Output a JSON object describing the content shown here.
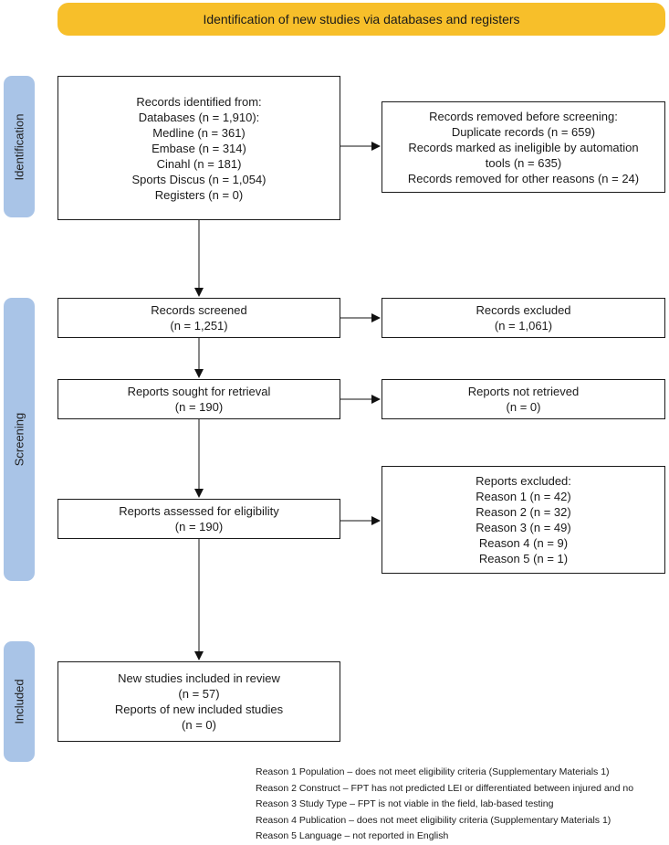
{
  "header": "Identification of new studies via databases and registers",
  "phases": {
    "identification": "Identification",
    "screening": "Screening",
    "included": "Included"
  },
  "boxes": {
    "records_identified": [
      "Records identified from:",
      "Databases (n = 1,910):",
      "Medline (n = 361)",
      "Embase (n = 314)",
      "Cinahl (n = 181)",
      "Sports Discus (n = 1,054)",
      "Registers (n = 0)"
    ],
    "records_removed": [
      "Records removed before screening:",
      "Duplicate records (n = 659)",
      "Records marked as ineligible by automation",
      "tools (n = 635)",
      "Records removed for other reasons (n = 24)"
    ],
    "records_screened": [
      "Records screened",
      "(n = 1,251)"
    ],
    "records_excluded": [
      "Records excluded",
      "(n = 1,061)"
    ],
    "reports_sought": [
      "Reports sought for retrieval",
      "(n = 190)"
    ],
    "reports_not_retrieved": [
      "Reports not retrieved",
      "(n = 0)"
    ],
    "reports_assessed": [
      "Reports assessed for eligibility",
      "(n = 190)"
    ],
    "reports_excluded": [
      "Reports excluded:",
      "Reason 1 (n = 42)",
      "Reason 2 (n = 32)",
      "Reason 3 (n = 49)",
      "Reason 4 (n = 9)",
      "Reason 5 (n = 1)"
    ],
    "studies_included": [
      "New studies included in review",
      "(n = 57)",
      "Reports of new included studies",
      "(n = 0)"
    ]
  },
  "footnotes": [
    "Reason 1 Population – does not meet eligibility criteria (Supplementary Materials 1)",
    "Reason 2 Construct – FPT has not predicted LEI or differentiated between injured and no",
    "Reason 3 Study Type – FPT is not viable in the field, lab-based testing",
    "Reason 4 Publication – does not meet eligibility criteria (Supplementary Materials 1)",
    "Reason 5 Language – not reported in English"
  ]
}
